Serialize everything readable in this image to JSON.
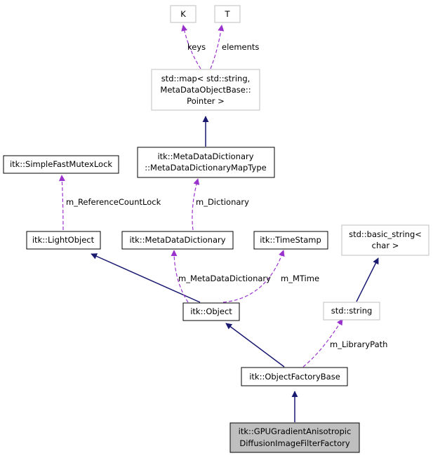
{
  "diagram": {
    "nodes": {
      "k": [
        "K"
      ],
      "t": [
        "T"
      ],
      "std_map": [
        "std::map< std::string,",
        "MetaDataObjectBase::",
        "Pointer >"
      ],
      "mdd_maptype": [
        "itk::MetaDataDictionary",
        "::MetaDataDictionaryMapType"
      ],
      "mutexlock": [
        "itk::SimpleFastMutexLock"
      ],
      "lightobject": [
        "itk::LightObject"
      ],
      "mdd": [
        "itk::MetaDataDictionary"
      ],
      "timestamp": [
        "itk::TimeStamp"
      ],
      "basic_string": [
        "std::basic_string<",
        "char >"
      ],
      "object": [
        "itk::Object"
      ],
      "std_string": [
        "std::string"
      ],
      "factorybase": [
        "itk::ObjectFactoryBase"
      ],
      "focus": [
        "itk::GPUGradientAnisotropic",
        "DiffusionImageFilterFactory"
      ]
    },
    "edge_labels": {
      "keys": "keys",
      "elements": "elements",
      "m_dictionary": "m_Dictionary",
      "m_referencecountlock": "m_ReferenceCountLock",
      "m_metadatadictionary": "m_MetaDataDictionary",
      "m_mtime": "m_MTime",
      "m_librarypath": "m_LibraryPath"
    },
    "colors": {
      "inheritance": "#191970",
      "usage": "#9a32cd",
      "external_border": "#bfbfbf",
      "focus_fill": "#bfbfbf"
    }
  }
}
